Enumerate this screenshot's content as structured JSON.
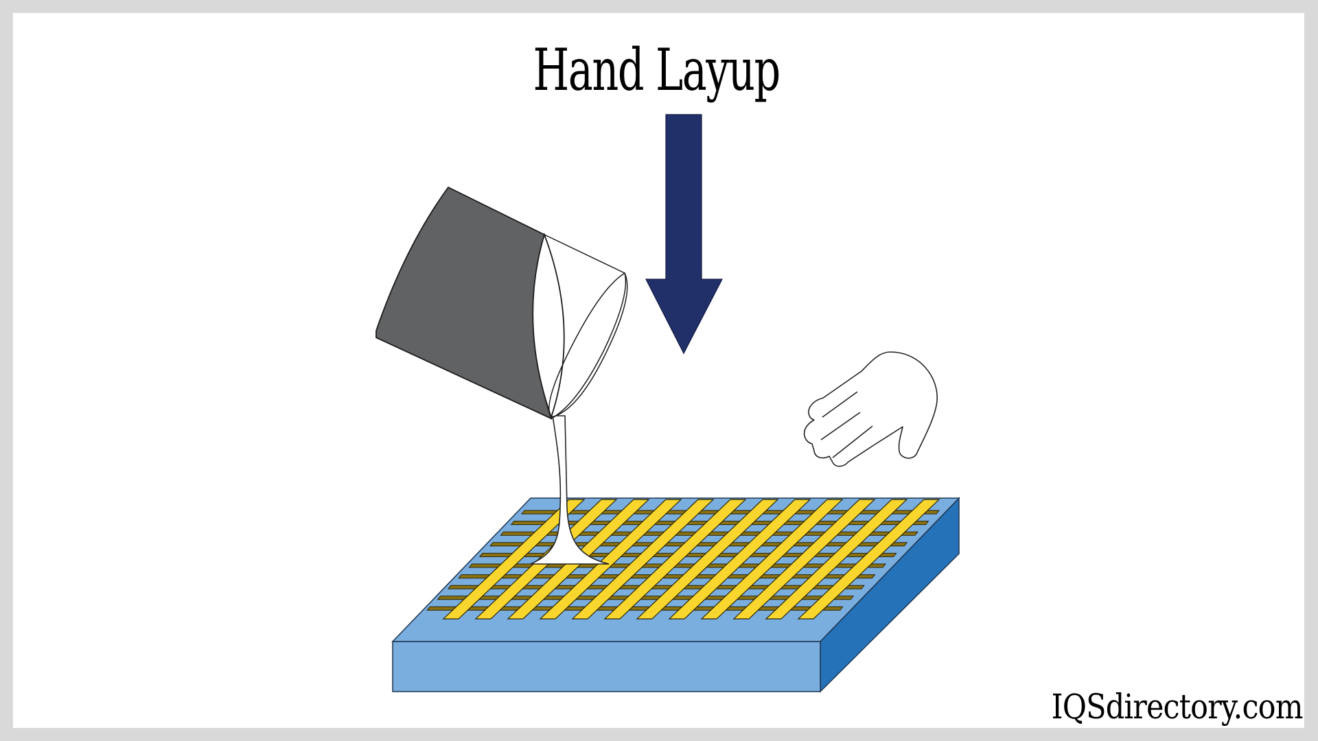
{
  "figure": {
    "title": "Hand Layup",
    "watermark": "IQSdirectory.com"
  },
  "elements": {
    "arrow": {
      "icon": "down-arrow-icon",
      "color": "#22306a"
    },
    "bucket": {
      "icon": "resin-bucket-icon",
      "body_color": "#616264",
      "rim_color": "#ffffff"
    },
    "resin_stream": {
      "icon": "resin-stream-icon",
      "color": "#ffffff"
    },
    "hand": {
      "icon": "hand-icon",
      "fill": "#ffffff"
    },
    "mold": {
      "icon": "mold-block-icon",
      "top_color": "#7aaede",
      "front_color": "#7aaede",
      "side_color": "#2672b8"
    },
    "fiber_mat": {
      "icon": "fiber-mat-icon",
      "warp_color": "#f9d62e",
      "weft_color": "#8a7212",
      "warp_count": 12,
      "weft_count": 10
    }
  },
  "colors": {
    "frame": "#d9d9d9",
    "background": "#ffffff",
    "outline": "#1c1c1c"
  }
}
